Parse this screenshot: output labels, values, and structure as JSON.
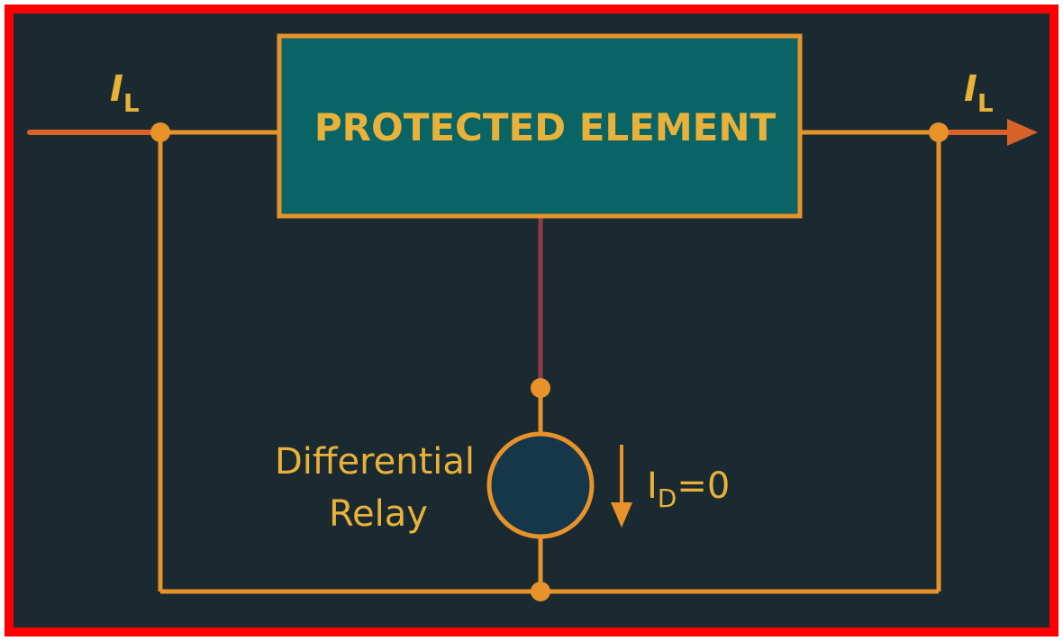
{
  "colors": {
    "frame": "#ff0000",
    "background": "#1b2a30",
    "wire": "#e8922a",
    "line_in": "#d9622a",
    "element_fill": "#0a6365",
    "element_text": "#e8b23a",
    "relay_fill": "#16364a",
    "relay_wire": "#8e3c3f",
    "label": "#e8b23a"
  },
  "element": {
    "label": "PROTECTED ELEMENT"
  },
  "current_in": {
    "symbol": "I",
    "subscript": "L"
  },
  "current_out": {
    "symbol": "I",
    "subscript": "L"
  },
  "relay": {
    "label_line1": "Differential",
    "label_line2": "Relay"
  },
  "diff_current": {
    "symbol": "I",
    "subscript": "D",
    "value": "=0"
  }
}
